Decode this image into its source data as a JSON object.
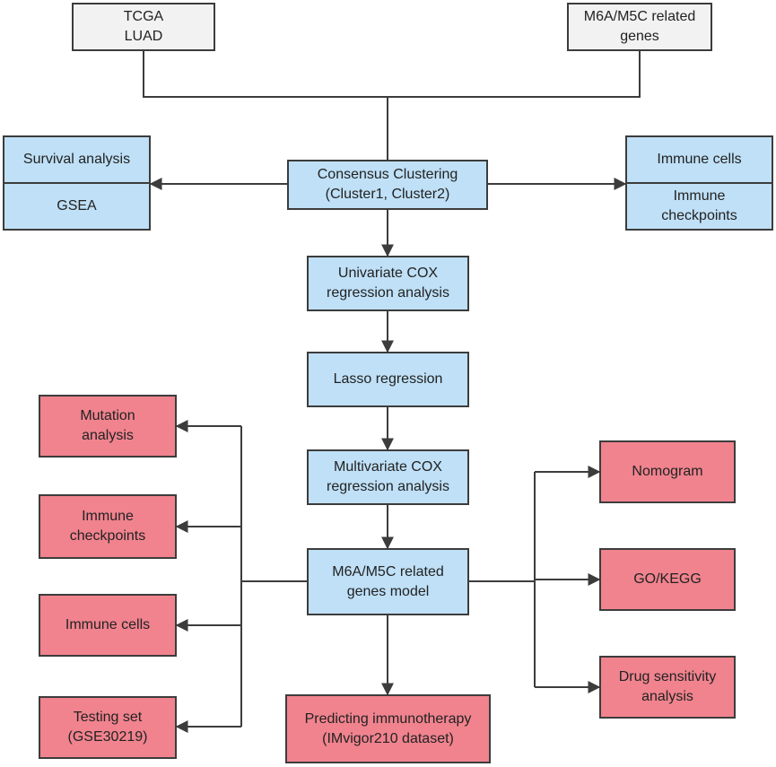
{
  "nodes": {
    "tcga": "TCGA\nLUAD",
    "m6a_genes": "M6A/M5C related\ngenes",
    "survival": "Survival analysis",
    "gsea": "GSEA",
    "consensus": "Consensus Clustering\n(Cluster1, Cluster2)",
    "immune_cells_top": "Immune cells",
    "immune_checkpoints_top": "Immune\ncheckpoints",
    "univariate": "Univariate COX\nregression analysis",
    "lasso": "Lasso regression",
    "multivariate": "Multivariate COX\nregression analysis",
    "model": "M6A/M5C related\ngenes model",
    "mutation": "Mutation\nanalysis",
    "immune_checkpoints": "Immune\ncheckpoints",
    "immune_cells": "Immune cells",
    "testing_set": "Testing set\n(GSE30219)",
    "nomogram": "Nomogram",
    "gokegg": "GO/KEGG",
    "drug": "Drug sensitivity\nanalysis",
    "immunotherapy": "Predicting immunotherapy\n(IMvigor210 dataset)"
  },
  "colors": {
    "input": "#f2f2f2",
    "analysis": "#bfe0f7",
    "downstream": "#f0838e",
    "line": "#3c3c3c"
  }
}
